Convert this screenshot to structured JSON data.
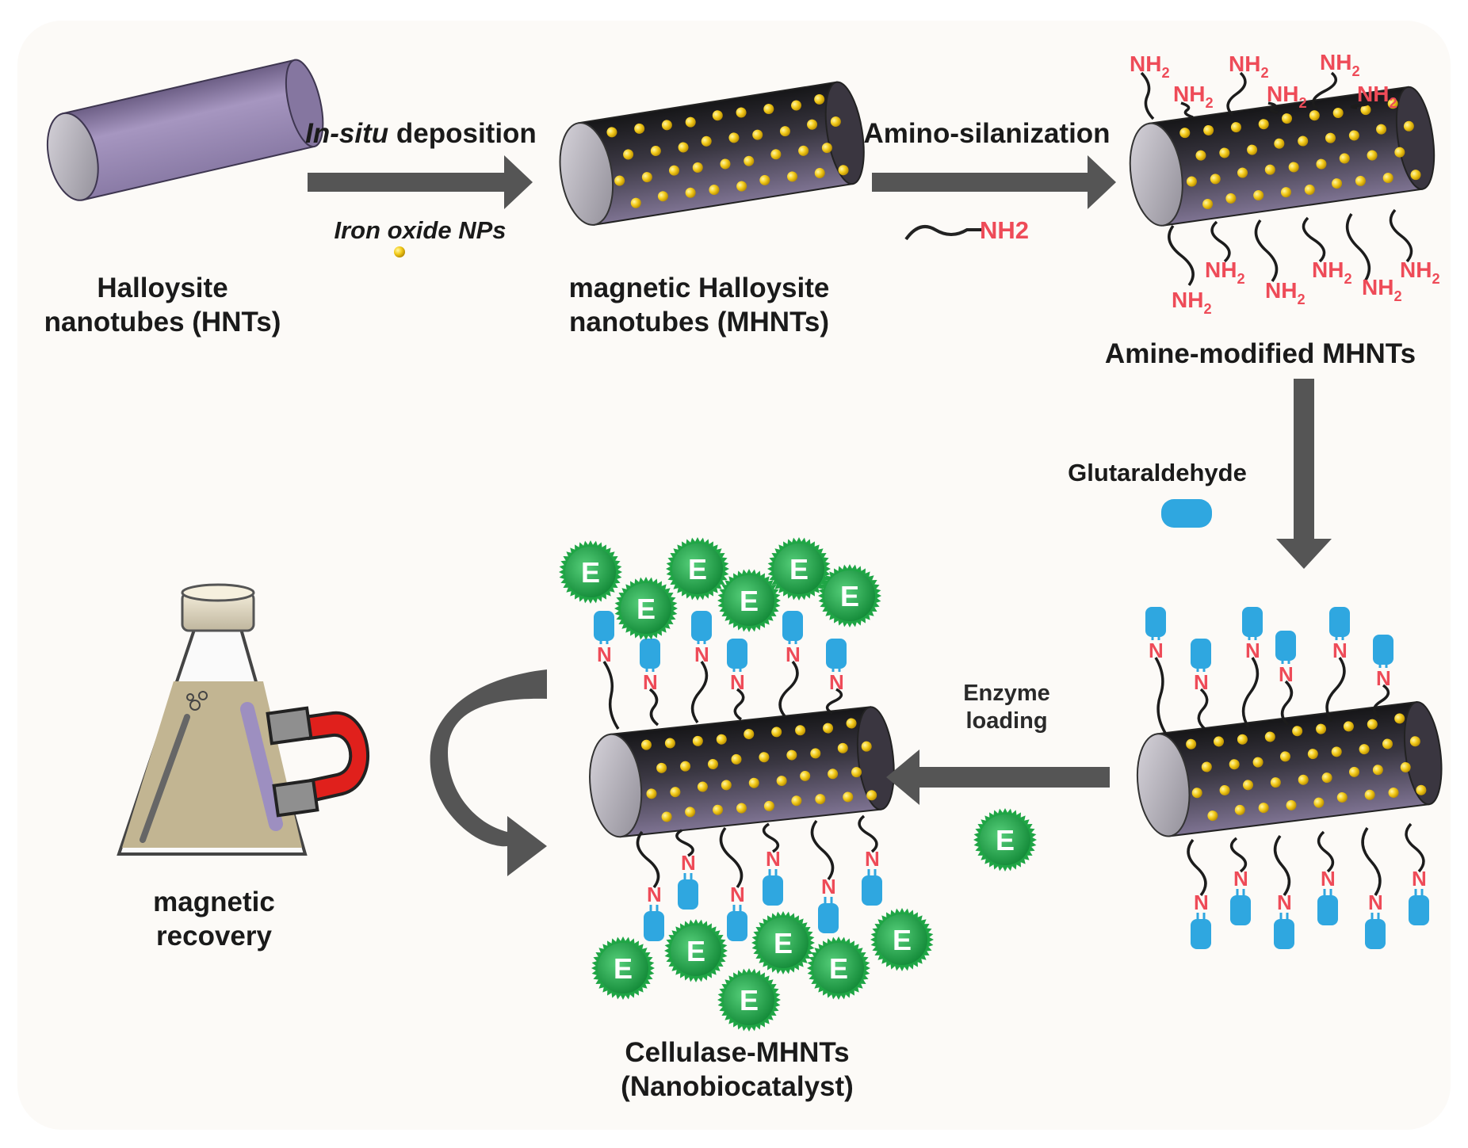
{
  "step1": {
    "name_line1": "Halloysite",
    "name_line2": "nanotubes (HNTs)"
  },
  "arrow1": {
    "label_italic": "In-situ",
    "label_rest": " deposition",
    "reagent": "Iron oxide NPs"
  },
  "step2": {
    "name_line1": "magnetic Halloysite",
    "name_line2": "nanotubes (MHNTs)"
  },
  "arrow2": {
    "label": "Amino-silanization",
    "reagent": "NH2"
  },
  "step3": {
    "name": "Amine-modified MHNTs",
    "group": "NH2"
  },
  "arrow3": {
    "label": "Glutaraldehyde"
  },
  "arrow4": {
    "label_line1": "Enzyme",
    "label_line2": "loading",
    "enzyme": "E"
  },
  "step5": {
    "name_line1": "Cellulase-MHNTs",
    "name_line2": "(Nanobiocatalyst)",
    "imine": "N"
  },
  "recovery": {
    "label_line1": "magnetic",
    "label_line2": "recovery"
  },
  "colors": {
    "halloysite": "#9d8fb8",
    "magnetic_tube": "#2b2b30",
    "particle": "#f0c61a",
    "amine": "#ee4b58",
    "glutaraldehyde": "#2fa7e0",
    "enzyme": "#22a84a",
    "arrow": "#555555",
    "magnet": "#e0201c",
    "flask_liquid": "#c2b592"
  },
  "icons": [
    "halloysite-tube",
    "iron-oxide-particle",
    "amine-chain",
    "glutaraldehyde-linker",
    "enzyme-sphere",
    "flask",
    "magnet"
  ]
}
